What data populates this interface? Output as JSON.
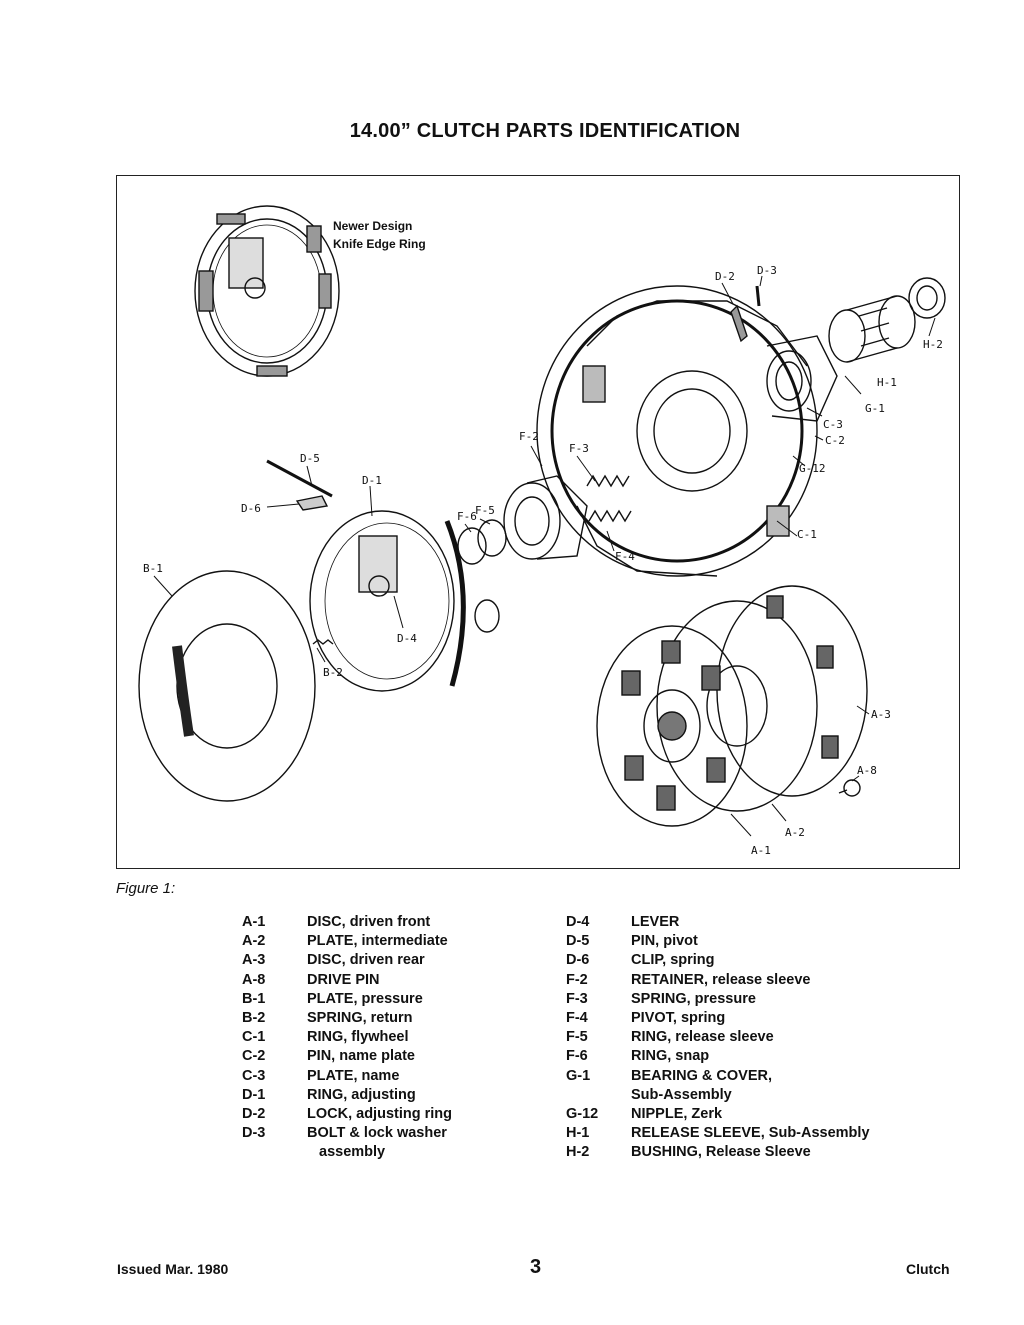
{
  "page": {
    "title": "14.00” CLUTCH PARTS IDENTIFICATION",
    "figure_caption": "Figure 1:",
    "figure_note_line1": "Newer Design",
    "figure_note_line2": "Knife Edge Ring"
  },
  "callouts": {
    "d2": "D-2",
    "d3": "D-3",
    "h2": "H-2",
    "h1": "H-1",
    "g1": "G-1",
    "c3": "C-3",
    "c2": "C-2",
    "g12": "G-12",
    "c1": "C-1",
    "f2": "F-2",
    "f3": "F-3",
    "f4": "F-4",
    "f5": "F-5",
    "f6": "F-6",
    "d5": "D-5",
    "d6": "D-6",
    "d1": "D-1",
    "d4": "D-4",
    "b1": "B-1",
    "b2": "B-2",
    "a1": "A-1",
    "a2": "A-2",
    "a3": "A-3",
    "a8": "A-8"
  },
  "parts_left": [
    {
      "code": "A-1",
      "desc": "DISC, driven front"
    },
    {
      "code": "A-2",
      "desc": "PLATE, intermediate"
    },
    {
      "code": "A-3",
      "desc": "DISC, driven rear"
    },
    {
      "code": "A-8",
      "desc": "DRIVE PIN"
    },
    {
      "code": "B-1",
      "desc": "PLATE, pressure"
    },
    {
      "code": "B-2",
      "desc": "SPRING, return"
    },
    {
      "code": "C-1",
      "desc": "RING, flywheel"
    },
    {
      "code": "C-2",
      "desc": "PIN, name plate"
    },
    {
      "code": "C-3",
      "desc": "PLATE, name"
    },
    {
      "code": "D-1",
      "desc": "RING, adjusting"
    },
    {
      "code": "D-2",
      "desc": "LOCK, adjusting ring"
    },
    {
      "code": "D-3",
      "desc": "BOLT & lock washer",
      "cont": "assembly"
    }
  ],
  "parts_right": [
    {
      "code": "D-4",
      "desc": "LEVER"
    },
    {
      "code": "D-5",
      "desc": "PIN, pivot"
    },
    {
      "code": "D-6",
      "desc": "CLIP, spring"
    },
    {
      "code": "F-2",
      "desc": "RETAINER, release sleeve"
    },
    {
      "code": "F-3",
      "desc": "SPRING, pressure"
    },
    {
      "code": "F-4",
      "desc": "PIVOT, spring"
    },
    {
      "code": "F-5",
      "desc": "RING, release sleeve"
    },
    {
      "code": "F-6",
      "desc": "RING, snap"
    },
    {
      "code": "G-1",
      "desc": "BEARING & COVER,",
      "cont": "Sub-Assembly"
    },
    {
      "code": "G-12",
      "desc": "NIPPLE, Zerk"
    },
    {
      "code": "H-1",
      "desc": "RELEASE SLEEVE, Sub-Assembly"
    },
    {
      "code": "H-2",
      "desc": "BUSHING, Release Sleeve"
    }
  ],
  "footer": {
    "issued": "Issued Mar. 1980",
    "page_number": "3",
    "section": "Clutch"
  }
}
